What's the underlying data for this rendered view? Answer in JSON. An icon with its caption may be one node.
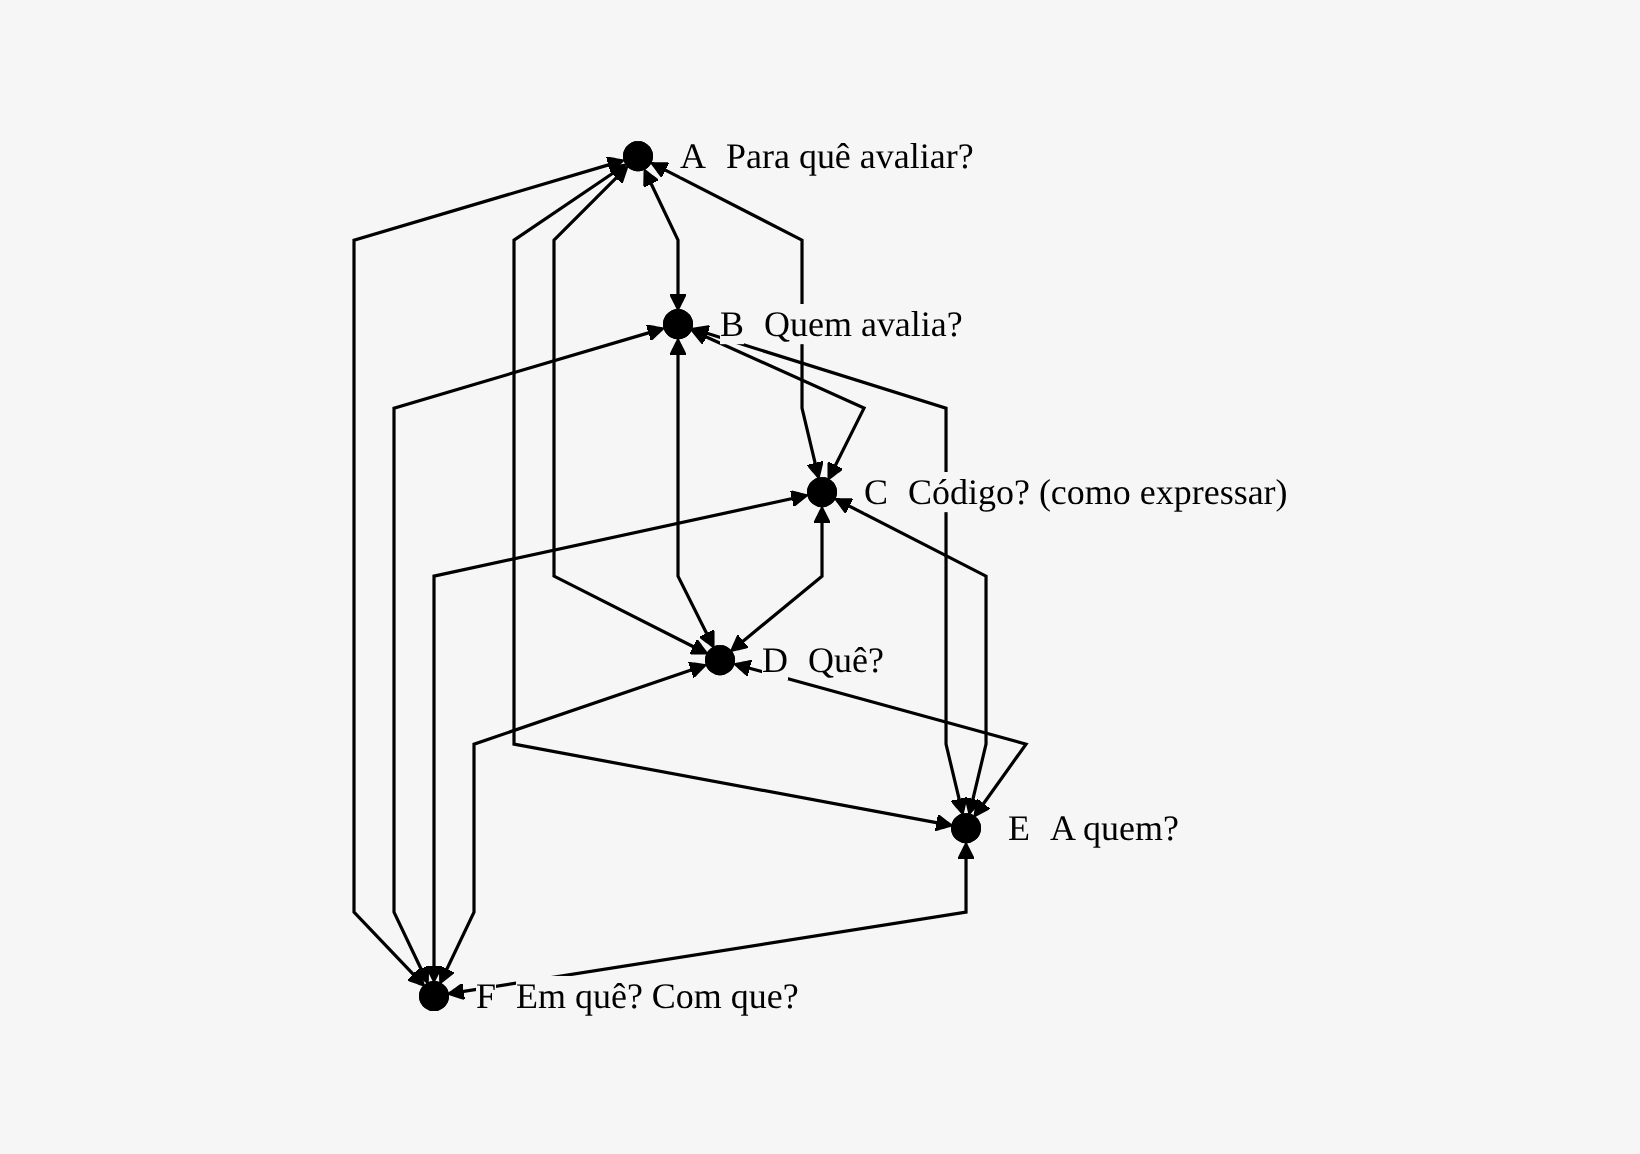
{
  "diagram": {
    "nodes": [
      {
        "text": [],
        "shape": "circle",
        "beside": [
          "A",
          "Para quê avaliar?"
        ]
      },
      {
        "text": [],
        "shape": "circle",
        "beside": [
          "B",
          "Quem avalia?"
        ]
      },
      {
        "text": [],
        "shape": "circle",
        "beside": [
          "C",
          "Código? (como expressar)"
        ]
      },
      {
        "text": [],
        "shape": "circle",
        "beside": [
          "D",
          "Quê?"
        ]
      },
      {
        "text": [],
        "shape": "circle",
        "beside": [
          "E",
          "A quem?"
        ]
      },
      {
        "text": [],
        "shape": "circle",
        "beside": [
          "F",
          "Em quê? Com que?"
        ]
      }
    ],
    "edges": [
      {
        "from": 0,
        "to": 1,
        "arrow": "both"
      },
      {
        "from": 0,
        "to": 2,
        "arrow": "both"
      },
      {
        "from": 0,
        "to": 3,
        "arrow": "both"
      },
      {
        "from": 0,
        "to": 4,
        "arrow": "both"
      },
      {
        "from": 0,
        "to": 5,
        "arrow": "both"
      },
      {
        "from": 1,
        "to": 2,
        "arrow": "both"
      },
      {
        "from": 1,
        "to": 3,
        "arrow": "both"
      },
      {
        "from": 1,
        "to": 4,
        "arrow": "both"
      },
      {
        "from": 1,
        "to": 5,
        "arrow": "both"
      },
      {
        "from": 2,
        "to": 3,
        "arrow": "both"
      },
      {
        "from": 2,
        "to": 4,
        "arrow": "both"
      },
      {
        "from": 2,
        "to": 5,
        "arrow": "both"
      },
      {
        "from": 3,
        "to": 4,
        "arrow": "both"
      },
      {
        "from": 3,
        "to": 5,
        "arrow": "both"
      },
      {
        "from": 4,
        "to": 5,
        "arrow": "both"
      }
    ]
  }
}
